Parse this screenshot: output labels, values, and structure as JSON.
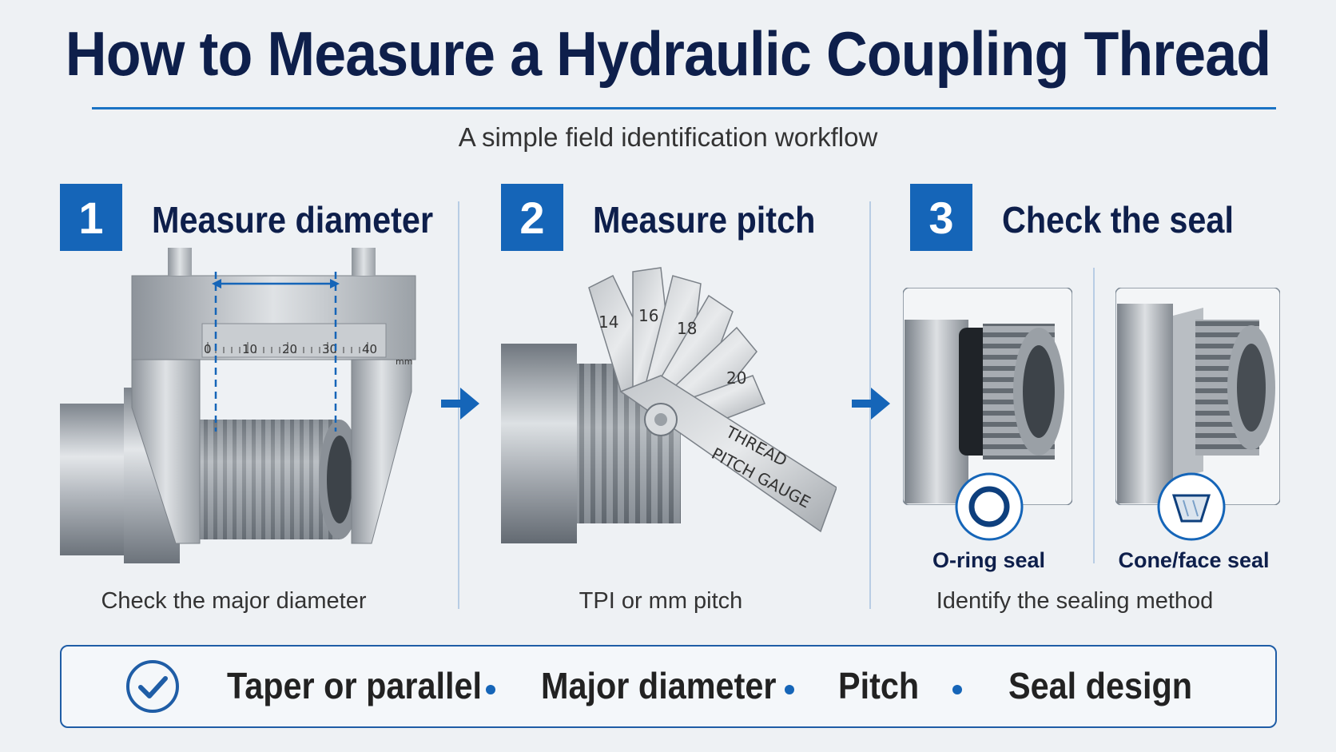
{
  "title": "How to Measure a Hydraulic Coupling Thread",
  "subtitle": "A simple field identification workflow",
  "steps": [
    {
      "number": "1",
      "title": "Measure diameter",
      "caption": "Check the major diameter"
    },
    {
      "number": "2",
      "title": "Measure pitch",
      "caption": "TPI or mm pitch"
    },
    {
      "number": "3",
      "title": "Check the seal",
      "caption": "Identify the sealing method"
    }
  ],
  "caliper": {
    "scale_labels": [
      "0",
      "10",
      "20",
      "30",
      "40"
    ],
    "unit": "mm"
  },
  "pitch_gauge": {
    "blade_labels": [
      "14",
      "16",
      "18",
      "20"
    ],
    "label_line1": "THREAD",
    "label_line2": "PITCH GAUGE"
  },
  "seals": [
    {
      "label": "O-ring seal",
      "icon": "o-ring-icon"
    },
    {
      "label": "Cone/face seal",
      "icon": "cone-seal-icon"
    }
  ],
  "features": [
    "Taper or parallel",
    "Major diameter",
    "Pitch",
    "Seal design"
  ],
  "colors": {
    "navy": "#0e1f4b",
    "accent": "#1565b8",
    "steel": "#a9afb6",
    "background": "#eef1f4"
  }
}
